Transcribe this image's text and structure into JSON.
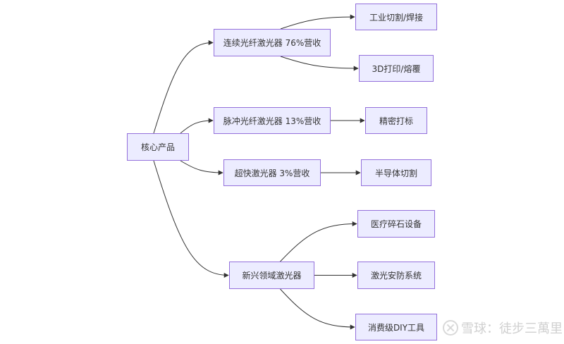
{
  "diagram": {
    "root": {
      "id": "core",
      "label": "核心产品"
    },
    "nodes": [
      {
        "id": "cw",
        "label": "连续光纤激光器 76%营收"
      },
      {
        "id": "cw1",
        "label": "工业切割/焊接"
      },
      {
        "id": "cw2",
        "label": "3D打印/熔覆"
      },
      {
        "id": "pulse",
        "label": "脉冲光纤激光器 13%营收"
      },
      {
        "id": "pulse1",
        "label": "精密打标"
      },
      {
        "id": "ultra",
        "label": "超快激光器 3%营收"
      },
      {
        "id": "ultra1",
        "label": "半导体切割"
      },
      {
        "id": "new",
        "label": "新兴领域激光器"
      },
      {
        "id": "new1",
        "label": "医疗碎石设备"
      },
      {
        "id": "new2",
        "label": "激光安防系统"
      },
      {
        "id": "new3",
        "label": "消费级DIY工具"
      }
    ],
    "edges": [
      [
        "core",
        "cw"
      ],
      [
        "core",
        "pulse"
      ],
      [
        "core",
        "ultra"
      ],
      [
        "core",
        "new"
      ],
      [
        "cw",
        "cw1"
      ],
      [
        "cw",
        "cw2"
      ],
      [
        "pulse",
        "pulse1"
      ],
      [
        "ultra",
        "ultra1"
      ],
      [
        "new",
        "new1"
      ],
      [
        "new",
        "new2"
      ],
      [
        "new",
        "new3"
      ]
    ],
    "colors": {
      "node_fill": "#ececff",
      "node_border": "#9370db",
      "edge": "#333333",
      "text": "#333333"
    }
  },
  "watermark": {
    "text": "雪球：徒步三萬里",
    "icon": "snowball-logo-icon"
  }
}
